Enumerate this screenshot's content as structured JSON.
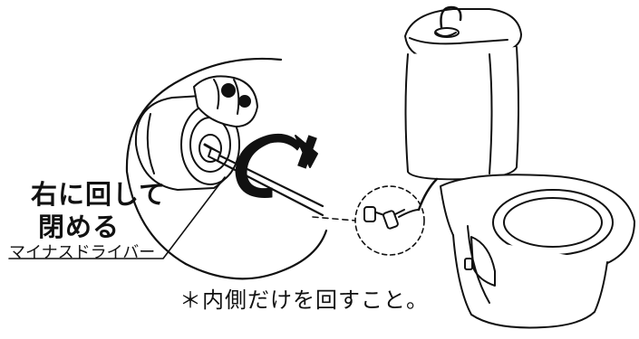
{
  "labels": {
    "instruction_line_1": "右に回して",
    "instruction_line_2": "閉める",
    "tool_name": "マイナスドライバー",
    "note": "＊内側だけを回すこと。"
  },
  "icons": {
    "rotation_arrow": "clockwise-arrow-icon",
    "screwdriver": "flathead-screwdriver-icon",
    "valve": "stop-valve-icon",
    "toilet": "toilet-icon"
  },
  "colors": {
    "line": "#111111",
    "background": "#ffffff",
    "arrow_fill": "#111111"
  }
}
